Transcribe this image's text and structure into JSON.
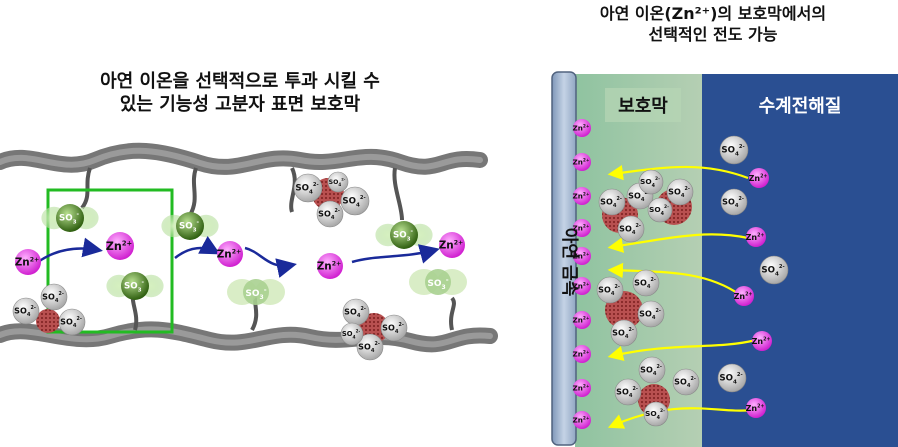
{
  "left_title": {
    "line1": "아연 이온을 선택적으로 투과 시킬 수",
    "line2": "있는 기능성 고분자 표면 보호막"
  },
  "right_title": {
    "line1": "아연 이온(Zn²⁺)의 보호막에서의",
    "line2": "선택적인 전도 가능"
  },
  "labels": {
    "protective_layer": "보호막",
    "electrolyte": "수계전해질",
    "zinc_metal": "아연 금속",
    "zn_ion": "Zn",
    "zn_charge": "2+",
    "sulfate": "SO",
    "sulfate_sub": "4",
    "sulfate_charge": "2-",
    "sulfonate": "SO",
    "sulfonate_sub": "3",
    "sulfonate_charge": "-"
  },
  "colors": {
    "zn_ion": "#e040e0",
    "sulfate": "#d9d9d9",
    "sulfonate": "#4a7f1f",
    "polymer_chain": "#666666",
    "selection_box": "#22bb22",
    "electrolyte_bg": "#2a4f92",
    "protective_bg": "#8fbf9a",
    "arrow_blue": "#1a2a9a",
    "arrow_yellow": "#ffff00",
    "cluster": "#9a2a2a"
  }
}
